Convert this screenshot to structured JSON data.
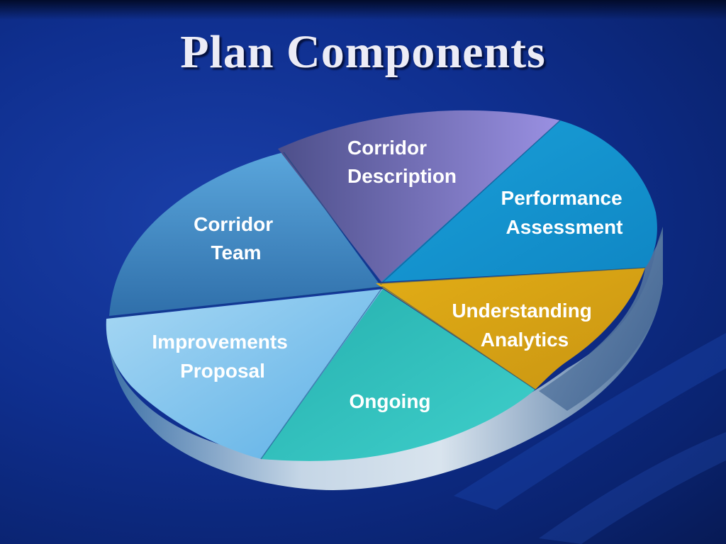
{
  "title": "Plan Components",
  "segments": [
    {
      "id": "corridor-description",
      "lines": [
        "Corridor",
        "Description"
      ],
      "color": "#8a7fd6"
    },
    {
      "id": "performance-assessment",
      "lines": [
        "Performance",
        "Assessment"
      ],
      "color": "#1b9ad6"
    },
    {
      "id": "understanding-analytics",
      "lines": [
        "Understanding",
        "Analytics"
      ],
      "color": "#d8a414"
    },
    {
      "id": "ongoing",
      "lines": [
        "Ongoing"
      ],
      "color": "#33c4c2"
    },
    {
      "id": "improvements-proposal",
      "lines": [
        "Improvements",
        "Proposal"
      ],
      "color": "#7cc6ef"
    },
    {
      "id": "corridor-team",
      "lines": [
        "Corridor",
        "Team"
      ],
      "color": "#3f88c8"
    }
  ]
}
